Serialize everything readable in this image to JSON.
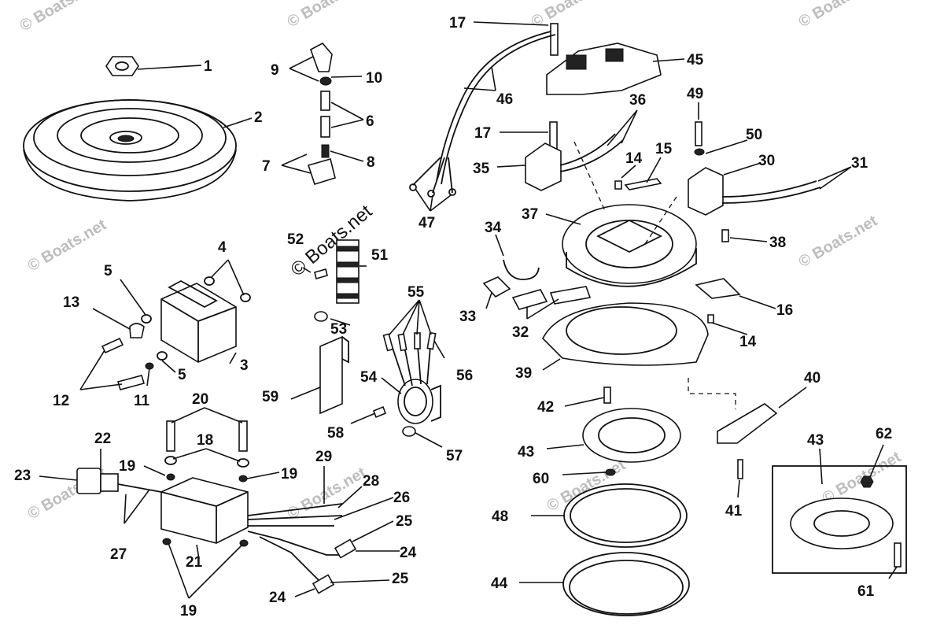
{
  "diagram": {
    "watermark": "© Boats.net",
    "part_numbers": [
      "1",
      "2",
      "3",
      "4",
      "5",
      "5",
      "6",
      "7",
      "8",
      "9",
      "10",
      "11",
      "12",
      "13",
      "14",
      "14",
      "15",
      "16",
      "17",
      "17",
      "18",
      "19",
      "19",
      "19",
      "20",
      "21",
      "22",
      "23",
      "24",
      "24",
      "25",
      "25",
      "26",
      "27",
      "28",
      "29",
      "30",
      "31",
      "32",
      "33",
      "34",
      "35",
      "36",
      "37",
      "38",
      "39",
      "40",
      "41",
      "42",
      "43",
      "43",
      "44",
      "45",
      "46",
      "47",
      "48",
      "49",
      "50",
      "51",
      "52",
      "53",
      "54",
      "55",
      "56",
      "57",
      "58",
      "59",
      "60",
      "61",
      "62"
    ]
  }
}
